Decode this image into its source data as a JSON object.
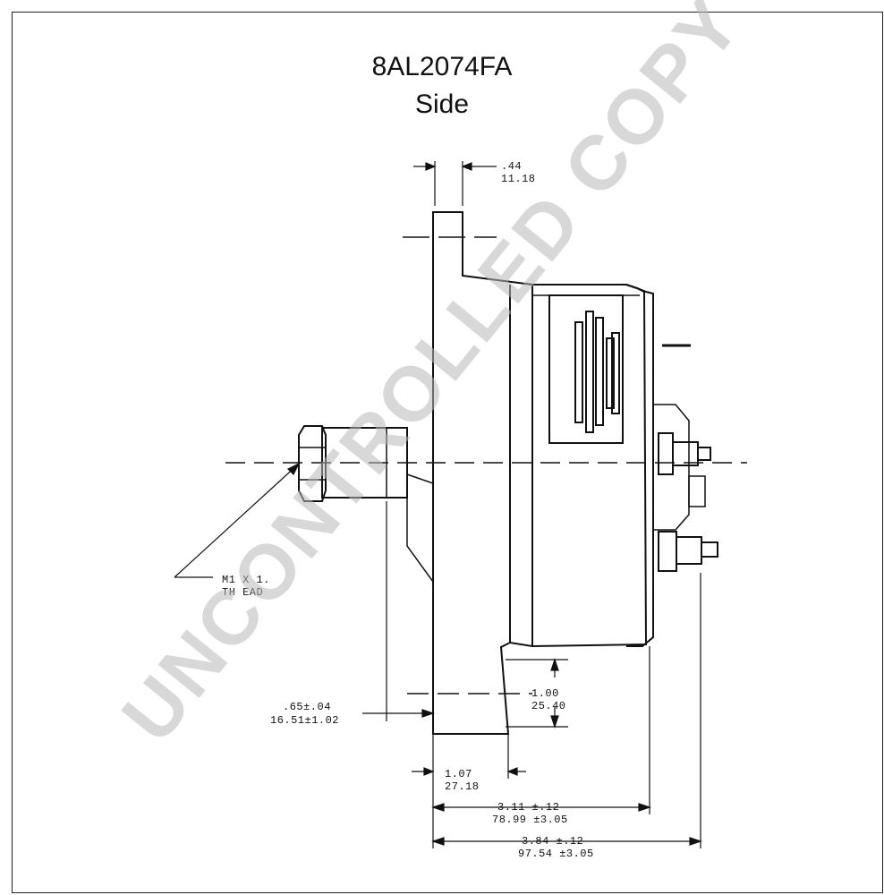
{
  "header": {
    "part_number": "8AL2074FA",
    "view": "Side"
  },
  "dimensions": {
    "top_width": {
      "in": ".44",
      "mm": "11.18"
    },
    "thread": {
      "line1": "M1  X 1.",
      "line2": "TH EAD"
    },
    "hub_offset": {
      "in": ".65±.04",
      "mm": "16.51±1.02"
    },
    "foot_height": {
      "in": "1.00",
      "mm": "25.40"
    },
    "flange_width": {
      "in": "1.07",
      "mm": "27.18"
    },
    "body_length": {
      "in": "3.11 ±.12",
      "mm": "78.99 ±3.05"
    },
    "overall_length": {
      "in": "3.84 ±.12",
      "mm": "97.54 ±3.05"
    }
  },
  "watermark": "UNCONTROLLED COPY"
}
